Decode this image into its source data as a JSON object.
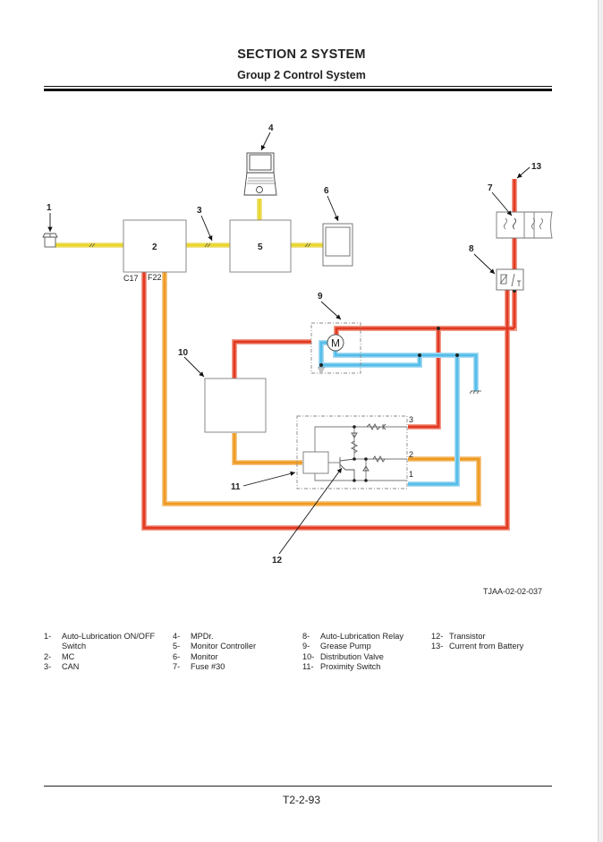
{
  "header": {
    "section_title": "SECTION 2 SYSTEM",
    "group_title": "Group 2 Control System"
  },
  "diagram": {
    "callouts": [
      "1",
      "2",
      "3",
      "4",
      "5",
      "6",
      "7",
      "8",
      "9",
      "10",
      "11",
      "12",
      "13"
    ],
    "connector_labels": {
      "c17": "C17",
      "f22": "F22"
    },
    "motor_symbol": "M",
    "terminal_labels": {
      "t1": "1",
      "t2": "2",
      "t3": "3"
    },
    "wire_colors": {
      "can": "#e8d62a",
      "power": "#e03a22",
      "signal": "#ee9a22",
      "ground": "#55bde8"
    }
  },
  "figure_id": "TJAA-02-02-037",
  "legend": {
    "col1": [
      {
        "num": "1-",
        "label": "Auto-Lubrication ON/OFF",
        "cont": "Switch"
      },
      {
        "num": "2-",
        "label": "MC"
      },
      {
        "num": "3-",
        "label": "CAN"
      }
    ],
    "col2": [
      {
        "num": "4-",
        "label": "MPDr."
      },
      {
        "num": "5-",
        "label": "Monitor Controller"
      },
      {
        "num": "6-",
        "label": "Monitor"
      },
      {
        "num": "7-",
        "label": "Fuse #30"
      }
    ],
    "col3": [
      {
        "num": "8-",
        "label": "Auto-Lubrication Relay"
      },
      {
        "num": "9-",
        "label": "Grease Pump"
      },
      {
        "num": "10-",
        "label": "Distribution Valve"
      },
      {
        "num": "11-",
        "label": "Proximity Switch"
      }
    ],
    "col4": [
      {
        "num": "12-",
        "label": "Transistor"
      },
      {
        "num": "13-",
        "label": "Current from Battery"
      }
    ]
  },
  "footer": {
    "page_number": "T2-2-93"
  }
}
